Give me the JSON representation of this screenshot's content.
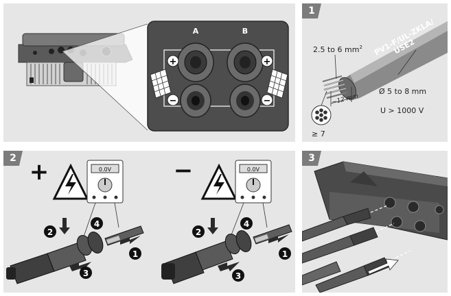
{
  "steps": {
    "step1": "1",
    "step2": "2",
    "step3": "3"
  },
  "overview": {
    "label_a": "A",
    "label_b": "B",
    "plus": "+",
    "minus": "−"
  },
  "cable": {
    "cross_section": "2.5 to 6 mm",
    "cross_section_sup": "2",
    "type_line1": "PV1-F/UL-ZKLA/",
    "type_line2": "USE2",
    "strip_length": "~12 mm",
    "diameter": "Ø 5 to 8 mm",
    "voltage": "U > 1000 V",
    "strands": "≥ 7"
  },
  "step2": {
    "plus_sign": "+",
    "minus_sign": "−",
    "meter_display": "0.0V",
    "callouts": [
      "1",
      "2",
      "3",
      "4"
    ]
  },
  "colors": {
    "panel_bg": "#e6e6e6",
    "tab_bg": "#7c7c7c",
    "inverter_box": "#4d4d4d",
    "warning_yellow": "#ffffff"
  }
}
